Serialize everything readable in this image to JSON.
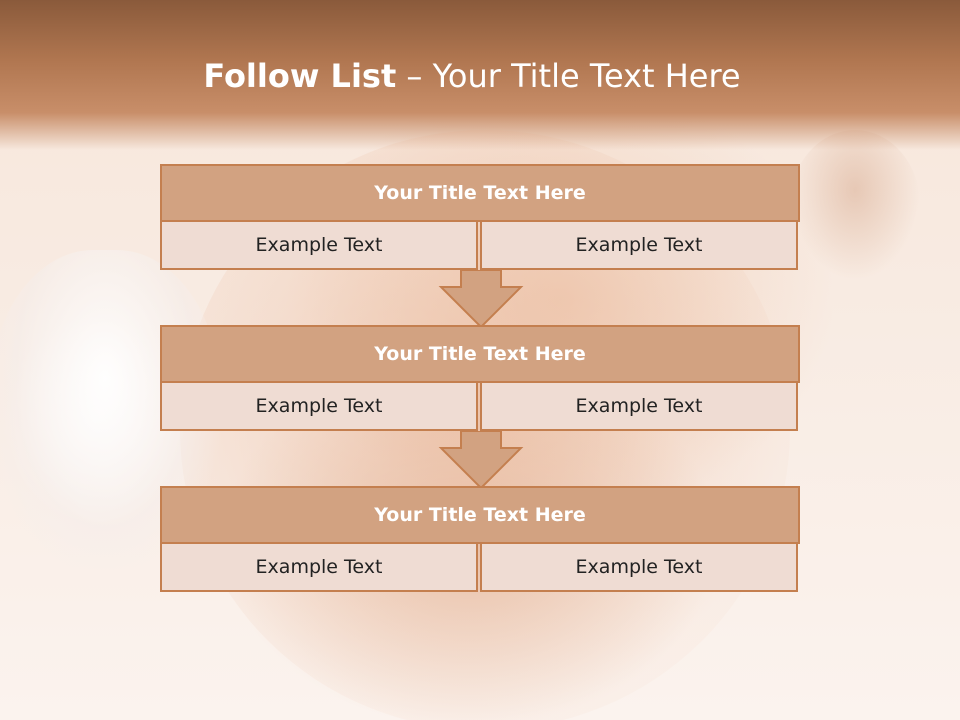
{
  "slide": {
    "title_bold": "Follow List",
    "title_rest": " – Your Title Text Here"
  },
  "stages": [
    {
      "title": "Your Title Text Here",
      "left": "Example Text",
      "right": "Example Text"
    },
    {
      "title": "Your Title Text Here",
      "left": "Example Text",
      "right": "Example Text"
    },
    {
      "title": "Your Title Text Here",
      "left": "Example Text",
      "right": "Example Text"
    }
  ],
  "colors": {
    "header": "#b07650",
    "stage_title_fill": "#d2a281",
    "stage_cell_fill": "#efdcd3",
    "outline": "#c47f4f"
  }
}
